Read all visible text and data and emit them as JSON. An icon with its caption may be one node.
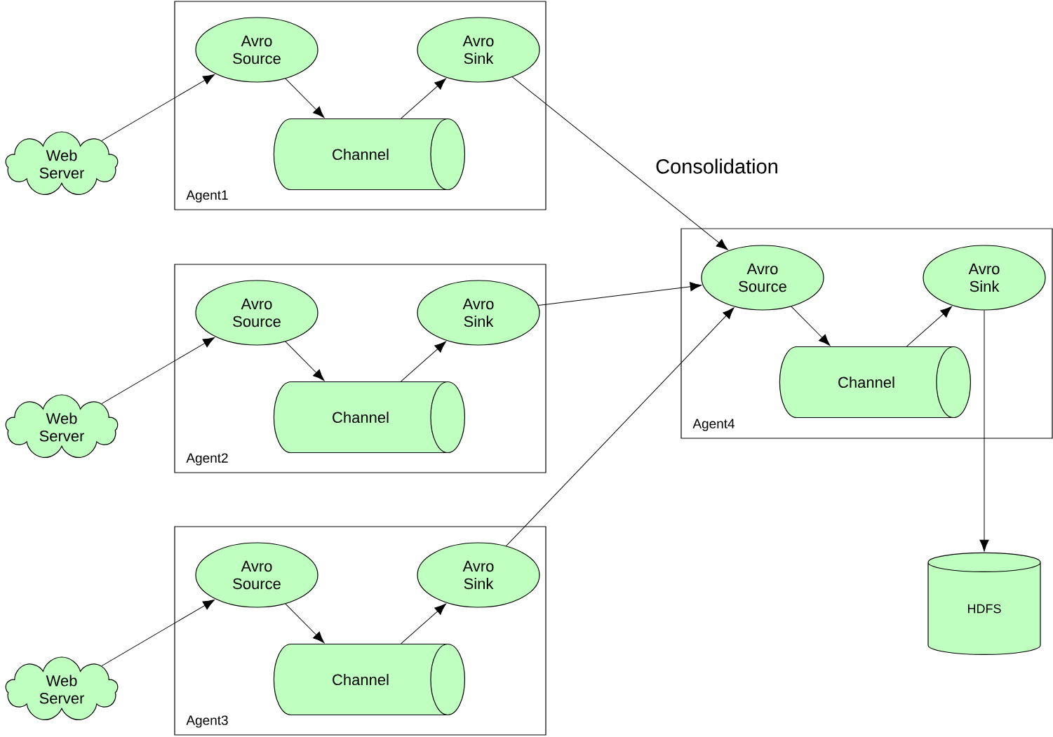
{
  "diagram": {
    "nodes": [
      {
        "text": [
          "Agent1"
        ]
      },
      {
        "text": [
          "Avro Source"
        ],
        "in": 0
      },
      {
        "text": [
          "Avro Sink"
        ],
        "in": 0
      },
      {
        "text": [
          "Channel"
        ],
        "in": 0
      },
      {
        "text": [
          "Web Server"
        ]
      },
      {
        "text": [
          "Agent2"
        ]
      },
      {
        "text": [
          "Avro Source"
        ],
        "in": 5
      },
      {
        "text": [
          "Avro Sink"
        ],
        "in": 5
      },
      {
        "text": [
          "Channel"
        ],
        "in": 5
      },
      {
        "text": [
          "Web Server"
        ]
      },
      {
        "text": [
          "Agent3"
        ]
      },
      {
        "text": [
          "Avro Source"
        ],
        "in": 10
      },
      {
        "text": [
          "Avro Sink"
        ],
        "in": 10
      },
      {
        "text": [
          "Channel"
        ],
        "in": 10
      },
      {
        "text": [
          "Web Server"
        ]
      },
      {
        "text": [
          "Agent4"
        ]
      },
      {
        "text": [
          "Avro Source"
        ],
        "in": 15
      },
      {
        "text": [
          "Avro Sink"
        ],
        "in": 15
      },
      {
        "text": [
          "Channel"
        ],
        "in": 15
      },
      {
        "text": [
          "HDFS"
        ]
      }
    ],
    "edges": [
      {
        "from": 4,
        "to": 1,
        "arrow": "to"
      },
      {
        "from": 1,
        "to": 3,
        "arrow": "to"
      },
      {
        "from": 3,
        "to": 2,
        "arrow": "to"
      },
      {
        "from": 2,
        "to": 16,
        "arrow": "to"
      },
      {
        "from": 9,
        "to": 6,
        "arrow": "to"
      },
      {
        "from": 6,
        "to": 8,
        "arrow": "to"
      },
      {
        "from": 8,
        "to": 7,
        "arrow": "to"
      },
      {
        "from": 7,
        "to": 16,
        "arrow": "to"
      },
      {
        "from": 14,
        "to": 11,
        "arrow": "to"
      },
      {
        "from": 11,
        "to": 13,
        "arrow": "to"
      },
      {
        "from": 13,
        "to": 12,
        "arrow": "to"
      },
      {
        "from": 12,
        "to": 16,
        "arrow": "to"
      },
      {
        "from": 16,
        "to": 18,
        "arrow": "to"
      },
      {
        "from": 18,
        "to": 17,
        "arrow": "to"
      },
      {
        "from": 17,
        "to": 19,
        "arrow": "to"
      }
    ],
    "labels": [
      "Consolidation"
    ]
  }
}
